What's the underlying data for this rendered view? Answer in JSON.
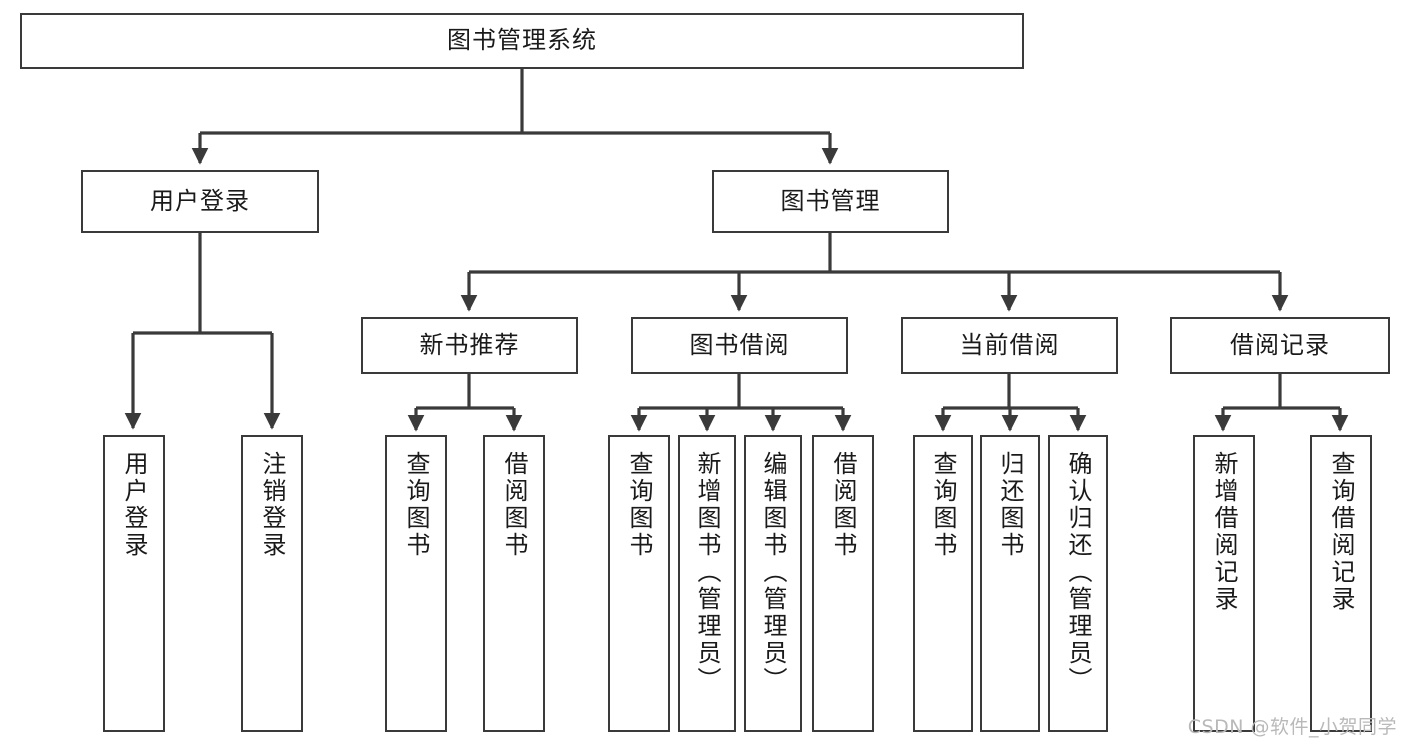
{
  "diagram": {
    "title": "图书管理系统",
    "type": "tree-hierarchy-diagram",
    "watermark": "CSDN @软件_小贺同学",
    "colors": {
      "stroke": "#3a3a3a",
      "fill": "#ffffff",
      "text": "#1a1a1a",
      "watermark": "#b9b9b9"
    }
  },
  "nodes": {
    "root": {
      "label": "图书管理系统"
    },
    "level2": [
      {
        "label": "用户登录"
      },
      {
        "label": "图书管理"
      }
    ],
    "level3": [
      {
        "label": "新书推荐"
      },
      {
        "label": "图书借阅"
      },
      {
        "label": "当前借阅"
      },
      {
        "label": "借阅记录"
      }
    ],
    "leaves": {
      "user_login": [
        {
          "label": "用户登录"
        },
        {
          "label": "注销登录"
        }
      ],
      "new_book": [
        {
          "label": "查询图书"
        },
        {
          "label": "借阅图书"
        }
      ],
      "book_borrow": [
        {
          "label": "查询图书"
        },
        {
          "label": "新增图书（管理员）"
        },
        {
          "label": "编辑图书（管理员）"
        },
        {
          "label": "借阅图书"
        }
      ],
      "current_borrow": [
        {
          "label": "查询图书"
        },
        {
          "label": "归还图书"
        },
        {
          "label": "确认归还（管理员）"
        }
      ],
      "borrow_record": [
        {
          "label": "新增借阅记录"
        },
        {
          "label": "查询借阅记录"
        }
      ]
    }
  }
}
